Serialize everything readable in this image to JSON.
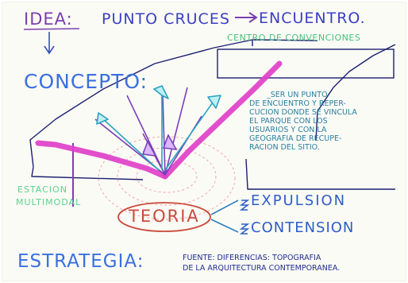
{
  "colors": {
    "idea_text": "#7a3fb0",
    "blue_text": "#2e5cc8",
    "green_text": "#47c27a",
    "teal_text": "#2a7fa0",
    "dark_blue_text": "#1f2e8c",
    "magenta_stroke": "#e040c8",
    "red_circle": "#c94a3a",
    "dashed_halo": "#f0a0a0",
    "outline": "#1b1f70",
    "purple_line": "#7b3fb8",
    "arrow_teal": "#2aa3c0"
  },
  "header": {
    "idea_label": "IDEA:",
    "punto_cruces": "PUNTO CRUCES",
    "encuentro": "ENCUENTRO."
  },
  "labels": {
    "centro": "CENTRO DE CONVENCIONES",
    "concepto": "CONCEPTO:",
    "estacion_line1": "ESTACION",
    "estacion_line2": "MULTIMODAL",
    "teoria": "TEORIA",
    "expulsion": "EXPULSION",
    "contension": "CONTENSION",
    "estrategia": "ESTRATEGIA:"
  },
  "concept_note": {
    "line1": "_SER UN PUNTO",
    "line2": "DE ENCUENTRO Y REPER-",
    "line3": "CUCION DONDE SE VINCULA",
    "line4": "EL PARQUE CON LOS",
    "line5": "USUARIOS Y CON LA",
    "line6": "GEOGRAFIA DE RECUPE-",
    "line7": "RACION DEL SITIO."
  },
  "fuente_note": {
    "line1": "FUENTE: DIFERENCIAS: TOPOGRAFIA",
    "line2": "DE LA ARQUITECTURA CONTEMPORANEA."
  }
}
